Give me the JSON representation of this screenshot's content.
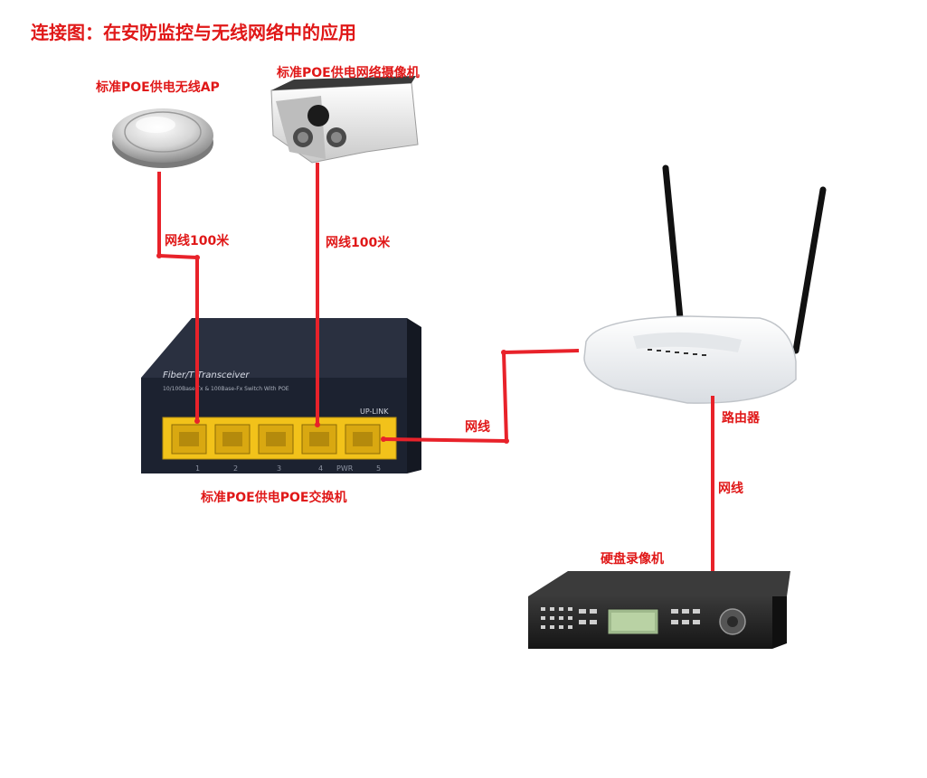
{
  "title": "连接图：在安防监控与无线网络中的应用",
  "devices": {
    "ap": {
      "label": "标准POE供电无线AP"
    },
    "camera": {
      "label": "标准POE供电网络摄像机"
    },
    "switch": {
      "label": "标准POE供电POE交换机",
      "brand": "Fiber/T Transceiver",
      "spec": "10/100Base-Tx & 100Base-Fx Switch With POE",
      "uplink": "UP-LINK",
      "ports": [
        "1",
        "2",
        "3",
        "4",
        "5"
      ],
      "pwr": "PWR"
    },
    "router": {
      "label": "路由器"
    },
    "dvr": {
      "label": "硬盘录像机"
    }
  },
  "cables": {
    "ap_to_switch": "网线100米",
    "camera_to_switch": "网线100米",
    "switch_to_router": "网线",
    "router_to_dvr": "网线"
  },
  "colors": {
    "accent": "#e01818",
    "cable": "#e8222a",
    "port": "#f2c21a",
    "switch_body": "#1c2230"
  }
}
